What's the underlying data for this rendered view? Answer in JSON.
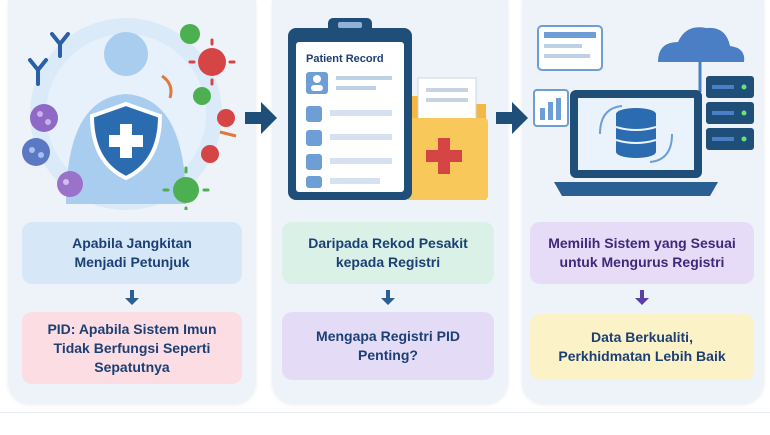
{
  "columns": [
    {
      "top_label": "Apabila Jangkitan\nMenjadi Petunjuk",
      "bottom_label": "PID: Apabila Sistem Imun\nTidak Berfungsi Seperti\nSepatutnya"
    },
    {
      "illustration_title": "Patient Record",
      "top_label": "Daripada Rekod Pesakit\nkepada Registri",
      "bottom_label": "Mengapa Registri PID\nPenting?"
    },
    {
      "top_label": "Memilih Sistem yang Sesuai\nuntuk Mengurus Registri",
      "bottom_label": "Data Berkualiti,\nPerkhidmatan Lebih Baik"
    }
  ],
  "colors": {
    "navy": "#1f4e79",
    "shield": "#2b6cb0",
    "virus_red": "#d64545",
    "virus_green": "#4caf50",
    "virus_purple": "#7a5bb5",
    "folder": "#f4b740"
  }
}
